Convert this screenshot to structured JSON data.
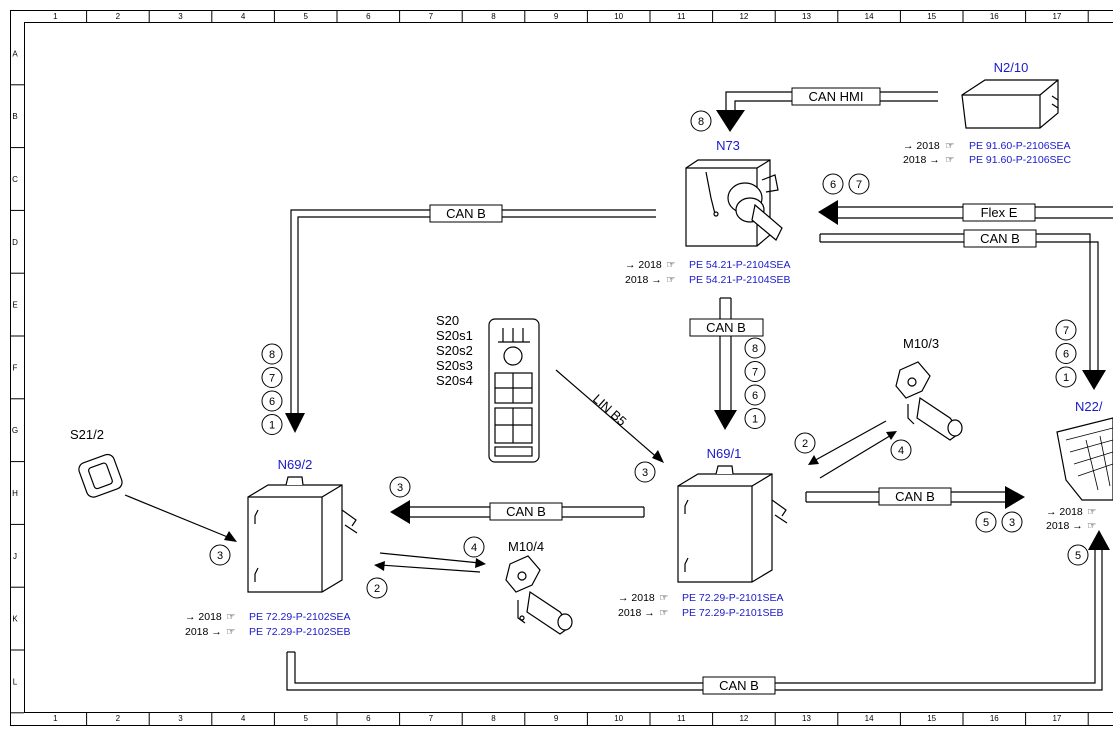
{
  "grid": {
    "columns": [
      "1",
      "2",
      "3",
      "4",
      "5",
      "6",
      "7",
      "8",
      "9",
      "10",
      "11",
      "12",
      "13",
      "14",
      "15",
      "16",
      "17"
    ],
    "rows": [
      "A",
      "B",
      "C",
      "D",
      "E",
      "F",
      "G",
      "H",
      "J",
      "K",
      "L"
    ]
  },
  "components": {
    "n2_10": {
      "label": "N2/10",
      "refs": [
        {
          "prefix": "→ 2018",
          "code": "PE 91.60-P-2106SEA"
        },
        {
          "prefix": "2018 →",
          "code": "PE 91.60-P-2106SEC"
        }
      ]
    },
    "n73": {
      "label": "N73",
      "refs": [
        {
          "prefix": "→ 2018",
          "code": "PE 54.21-P-2104SEA"
        },
        {
          "prefix": "2018 →",
          "code": "PE 54.21-P-2104SEB"
        }
      ]
    },
    "n69_2": {
      "label": "N69/2",
      "refs": [
        {
          "prefix": "→ 2018",
          "code": "PE 72.29-P-2102SEA"
        },
        {
          "prefix": "2018 →",
          "code": "PE 72.29-P-2102SEB"
        }
      ]
    },
    "n69_1": {
      "label": "N69/1",
      "refs": [
        {
          "prefix": "→ 2018",
          "code": "PE 72.29-P-2101SEA"
        },
        {
          "prefix": "2018 →",
          "code": "PE 72.29-P-2101SEB"
        }
      ]
    },
    "n22": {
      "label": "N22/",
      "refs": [
        {
          "prefix": "→ 2018"
        },
        {
          "prefix": "2018 →"
        }
      ]
    },
    "s21_2": {
      "label": "S21/2"
    },
    "m10_4": {
      "label": "M10/4"
    },
    "m10_3": {
      "label": "M10/3"
    },
    "s20": {
      "labels": [
        "S20",
        "S20s1",
        "S20s2",
        "S20s3",
        "S20s4"
      ]
    }
  },
  "buses": {
    "can_hmi": "CAN HMI",
    "can_b_top_left": "CAN B",
    "flex_e": "Flex E",
    "can_b_right": "CAN B",
    "can_b_center": "CAN B",
    "can_b_mid": "CAN B",
    "can_b_right_mid": "CAN B",
    "can_b_bottom": "CAN B",
    "lin_b5": "LIN B5"
  },
  "markers": {
    "n73_in": [
      "8"
    ],
    "flex_e": [
      "6",
      "7"
    ],
    "n69_2_in": [
      "8",
      "7",
      "6",
      "1"
    ],
    "n69_1_in": [
      "8",
      "7",
      "6",
      "1"
    ],
    "n22_in": [
      "7",
      "6",
      "1"
    ],
    "s21_arrow": [
      "3"
    ],
    "lin_arrow": [
      "3"
    ],
    "n69_2_left_arrow": [
      "3"
    ],
    "m10_4_out": [
      "4"
    ],
    "m10_4_back": [
      "2"
    ],
    "m10_3_out": [
      "2"
    ],
    "m10_3_back": [
      "4"
    ],
    "n69_1_right": [
      "5",
      "3"
    ],
    "n22_bottom": [
      "5"
    ]
  }
}
